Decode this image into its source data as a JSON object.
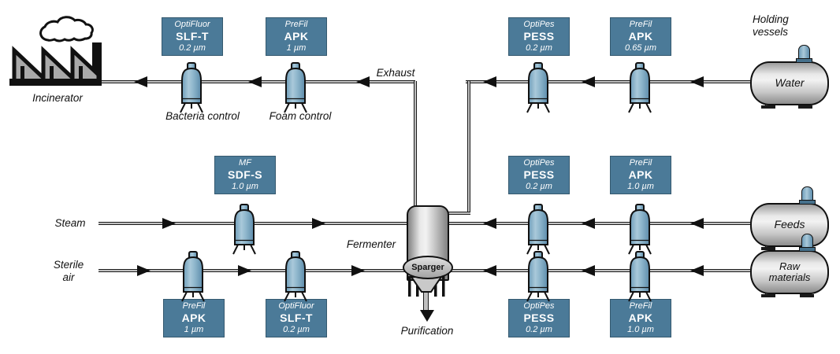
{
  "diagram": {
    "labels": {
      "incinerator": "Incinerator",
      "exhaust": "Exhaust",
      "holding_vessels": "Holding\nvessels",
      "steam": "Steam",
      "sterile_air": "Sterile\nair",
      "fermenter": "Fermenter",
      "sparger": "Sparger",
      "purification": "Purification",
      "bacteria_control": "Bacteria control",
      "foam_control": "Foam control"
    },
    "tanks": {
      "water": "Water",
      "feeds": "Feeds",
      "raw_materials": "Raw\nmaterials"
    },
    "filters": {
      "bacteria": {
        "brand": "OptiFluor",
        "model": "SLF-T",
        "rating": "0.2 µm"
      },
      "foam": {
        "brand": "PreFil",
        "model": "APK",
        "rating": "1 µm"
      },
      "exhaust_pess": {
        "brand": "OptiPes",
        "model": "PESS",
        "rating": "0.2 µm"
      },
      "exhaust_apk": {
        "brand": "PreFil",
        "model": "APK",
        "rating": "0.65 µm"
      },
      "steam_mf": {
        "brand": "MF",
        "model": "SDF-S",
        "rating": "1.0 µm"
      },
      "feeds_pess": {
        "brand": "OptiPes",
        "model": "PESS",
        "rating": "0.2 µm"
      },
      "feeds_apk": {
        "brand": "PreFil",
        "model": "APK",
        "rating": "1.0 µm"
      },
      "air_apk": {
        "brand": "PreFil",
        "model": "APK",
        "rating": "1 µm"
      },
      "air_slft": {
        "brand": "OptiFluor",
        "model": "SLF-T",
        "rating": "0.2 µm"
      },
      "raw_pess": {
        "brand": "OptiPes",
        "model": "PESS",
        "rating": "0.2 µm"
      },
      "raw_apk": {
        "brand": "PreFil",
        "model": "APK",
        "rating": "1.0 µm"
      }
    },
    "colors": {
      "background": "#ffffff",
      "label_box": "#4b7a98",
      "label_text": "#ffffff",
      "filter_body": "#8fb6cc",
      "pipe_fill": "#c0c0c0",
      "outline": "#111111",
      "tank_fill": "#d6d6d6"
    }
  }
}
